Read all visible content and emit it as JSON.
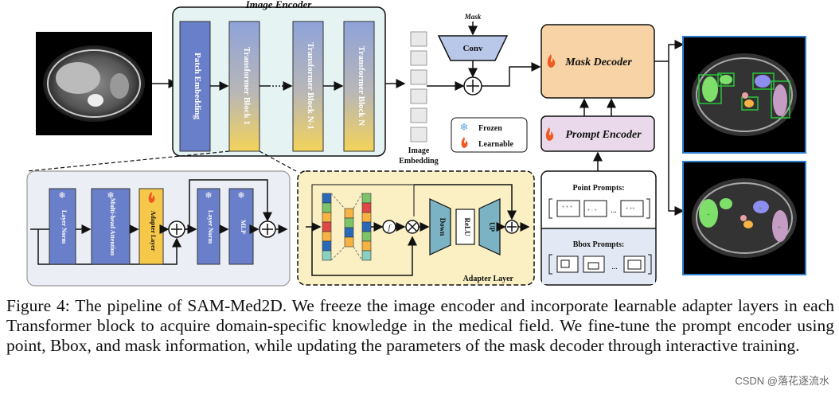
{
  "encoder": {
    "title": "Image Encoder",
    "patch_embedding": "Patch Embedding",
    "block_1": "Transformer Block 1",
    "block_n_1": "Transformer Block N-1",
    "block_n": "Transformer Block N",
    "dots": "······"
  },
  "embedding_label_1": "Image",
  "embedding_label_2": "Embedding",
  "mask_label": "Mask",
  "conv_label": "Conv",
  "legend": {
    "frozen": "Frozen",
    "learnable": "Learnable"
  },
  "mask_decoder": "Mask Decoder",
  "prompt_encoder": "Prompt Encoder",
  "point_prompts": "Point Prompts:",
  "bbox_prompts": "Bbox Prompts:",
  "prompt_dots": "...",
  "block_detail": {
    "layer_norm_1": "Layer Norm",
    "mha": "Multi-head Attention",
    "adapter": "Adapter Layer",
    "layer_norm_2": "Layer Norm",
    "mlp": "MLP"
  },
  "adapter_detail": {
    "title": "Adapter Layer",
    "down": "Down",
    "relu": "ReLU",
    "up": "UP"
  },
  "caption": "Figure 4: The pipeline of SAM-Med2D. We freeze the image encoder and incorporate learnable adapter layers in each Transformer block to acquire domain-specific knowledge in the medical field. We fine-tune the prompt encoder using point, Bbox, and mask information, while updating the parameters of the mask decoder through interactive training.",
  "watermark": "CSDN @落花逐流水",
  "colors": {
    "frozen_blue": "#6a7fc9",
    "block_grad_top": "#8fa3da",
    "block_grad_bottom": "#f3d35a",
    "adapter_yellow": "#f5c84a",
    "decoder_orange": "#f7d3a6",
    "prompt_pink": "#ead9ea",
    "encoder_bg": "#e6f3f3",
    "adapter_bg": "#fbf0c4",
    "block_bg": "#eceef6",
    "conv_blue": "#b9c7e8",
    "teal": "#7bb3c4"
  }
}
